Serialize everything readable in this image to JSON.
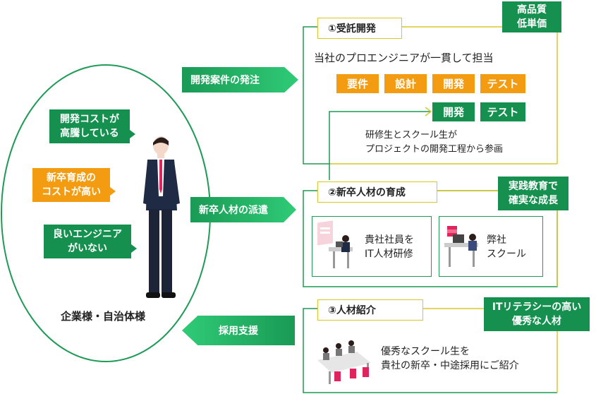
{
  "left": {
    "problems": [
      "開発コストが\n高騰している",
      "新卒育成の\nコストが高い",
      "良いエンジニア\nがいない"
    ],
    "client_label": "企業様・自治体様"
  },
  "arrows": {
    "dev_order": "開発案件の発注",
    "dispatch": "新卒人材の派遣",
    "recruit_support": "採用支援"
  },
  "section1": {
    "title": "①受託開発",
    "badge": "高品質\n低単価",
    "lead": "当社のプロエンジニアが一貫して担当",
    "phases_full": [
      "要件",
      "設計",
      "開発",
      "テスト"
    ],
    "phases_trainee": [
      "開発",
      "テスト"
    ],
    "trainee_note": "研修生とスクール生が\nプロジェクトの開発工程から参画"
  },
  "section2": {
    "title": "②新卒人材の育成",
    "badge": "実践教育で\n確実な成長",
    "card1": "貴社社員を\nIT人材研修",
    "card2": "弊社\nスクール"
  },
  "section3": {
    "title": "③人材紹介",
    "badge": "ITリテラシーの高い\n優秀な人材",
    "desc": "優秀なスクール生を\n貴社の新卒・中途採用にご紹介"
  },
  "colors": {
    "green": "#15904f",
    "orange": "#f39c12",
    "yellow_line": "#d9c82a"
  }
}
